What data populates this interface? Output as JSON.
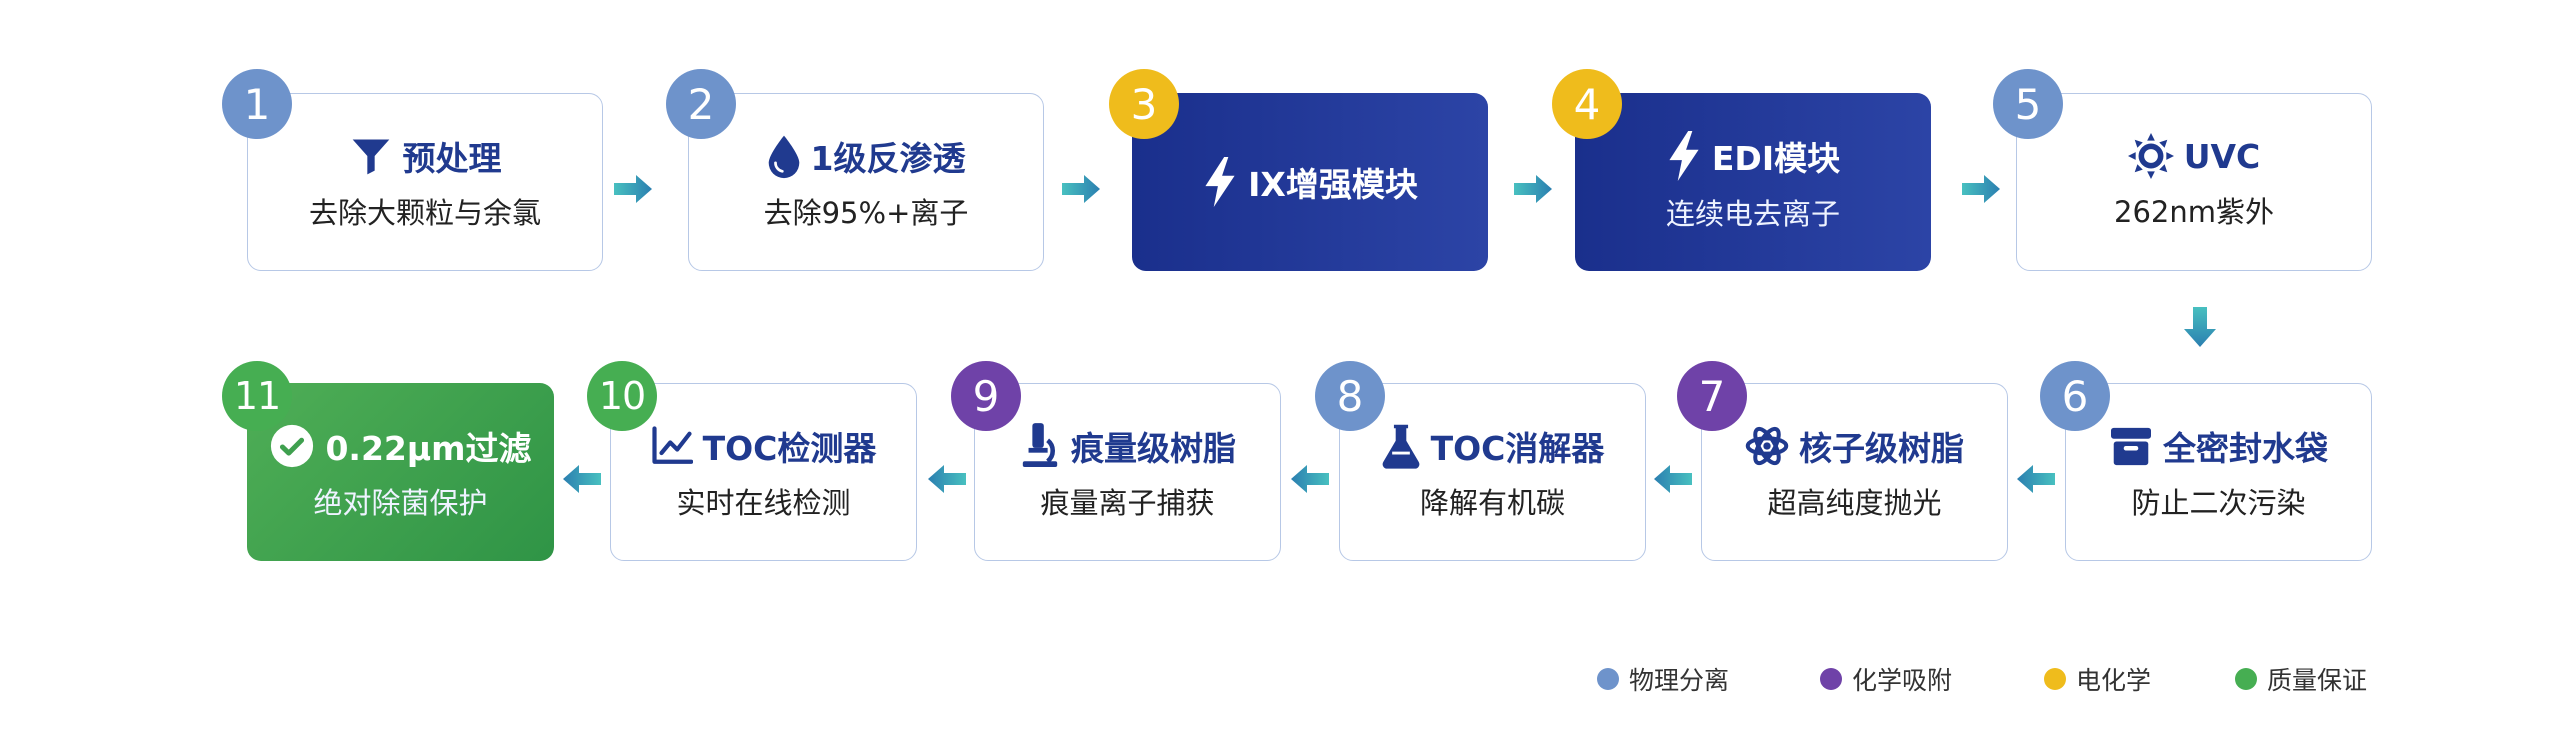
{
  "steps": [
    {
      "num": "1",
      "title": "预处理",
      "sub": "去除大颗粒与余氯",
      "icon": "funnel-icon",
      "category": "物理分离"
    },
    {
      "num": "2",
      "title": "1级反渗透",
      "sub": "去除95%+离子",
      "icon": "water-drop-icon",
      "category": "物理分离"
    },
    {
      "num": "3",
      "title": "IX增强模块",
      "sub": "",
      "icon": "lightning-icon",
      "category": "电化学"
    },
    {
      "num": "4",
      "title": "EDI模块",
      "sub": "连续电去离子",
      "icon": "lightning-icon",
      "category": "电化学"
    },
    {
      "num": "5",
      "title": "UVC",
      "sub": "262nm紫外",
      "icon": "sun-icon",
      "category": "物理分离"
    },
    {
      "num": "6",
      "title": "全密封水袋",
      "sub": "防止二次污染",
      "icon": "archive-box-icon",
      "category": "物理分离"
    },
    {
      "num": "7",
      "title": "核子级树脂",
      "sub": "超高纯度抛光",
      "icon": "atom-icon",
      "category": "化学吸附"
    },
    {
      "num": "8",
      "title": "TOC消解器",
      "sub": "降解有机碳",
      "icon": "flask-icon",
      "category": "物理分离"
    },
    {
      "num": "9",
      "title": "痕量级树脂",
      "sub": "痕量离子捕获",
      "icon": "microscope-icon",
      "category": "化学吸附"
    },
    {
      "num": "10",
      "title": "TOC检测器",
      "sub": "实时在线检测",
      "icon": "line-chart-icon",
      "category": "质量保证"
    },
    {
      "num": "11",
      "title": "0.22μm过滤",
      "sub": "绝对除菌保护",
      "icon": "check-circle-icon",
      "category": "质量保证"
    }
  ],
  "legend": [
    {
      "label": "物理分离",
      "color": "#6e93cb"
    },
    {
      "label": "化学吸附",
      "color": "#6f42a8"
    },
    {
      "label": "电化学",
      "color": "#efbc1c"
    },
    {
      "label": "质量保证",
      "color": "#46ae52"
    }
  ],
  "colors": {
    "title_blue": "#203a8f",
    "card_dark_blue": "#1a2f8c",
    "card_green": "#3fa04f",
    "card_border": "#b7c8e6",
    "arrow_start": "#2b7fb0",
    "arrow_end": "#48c0c0"
  }
}
